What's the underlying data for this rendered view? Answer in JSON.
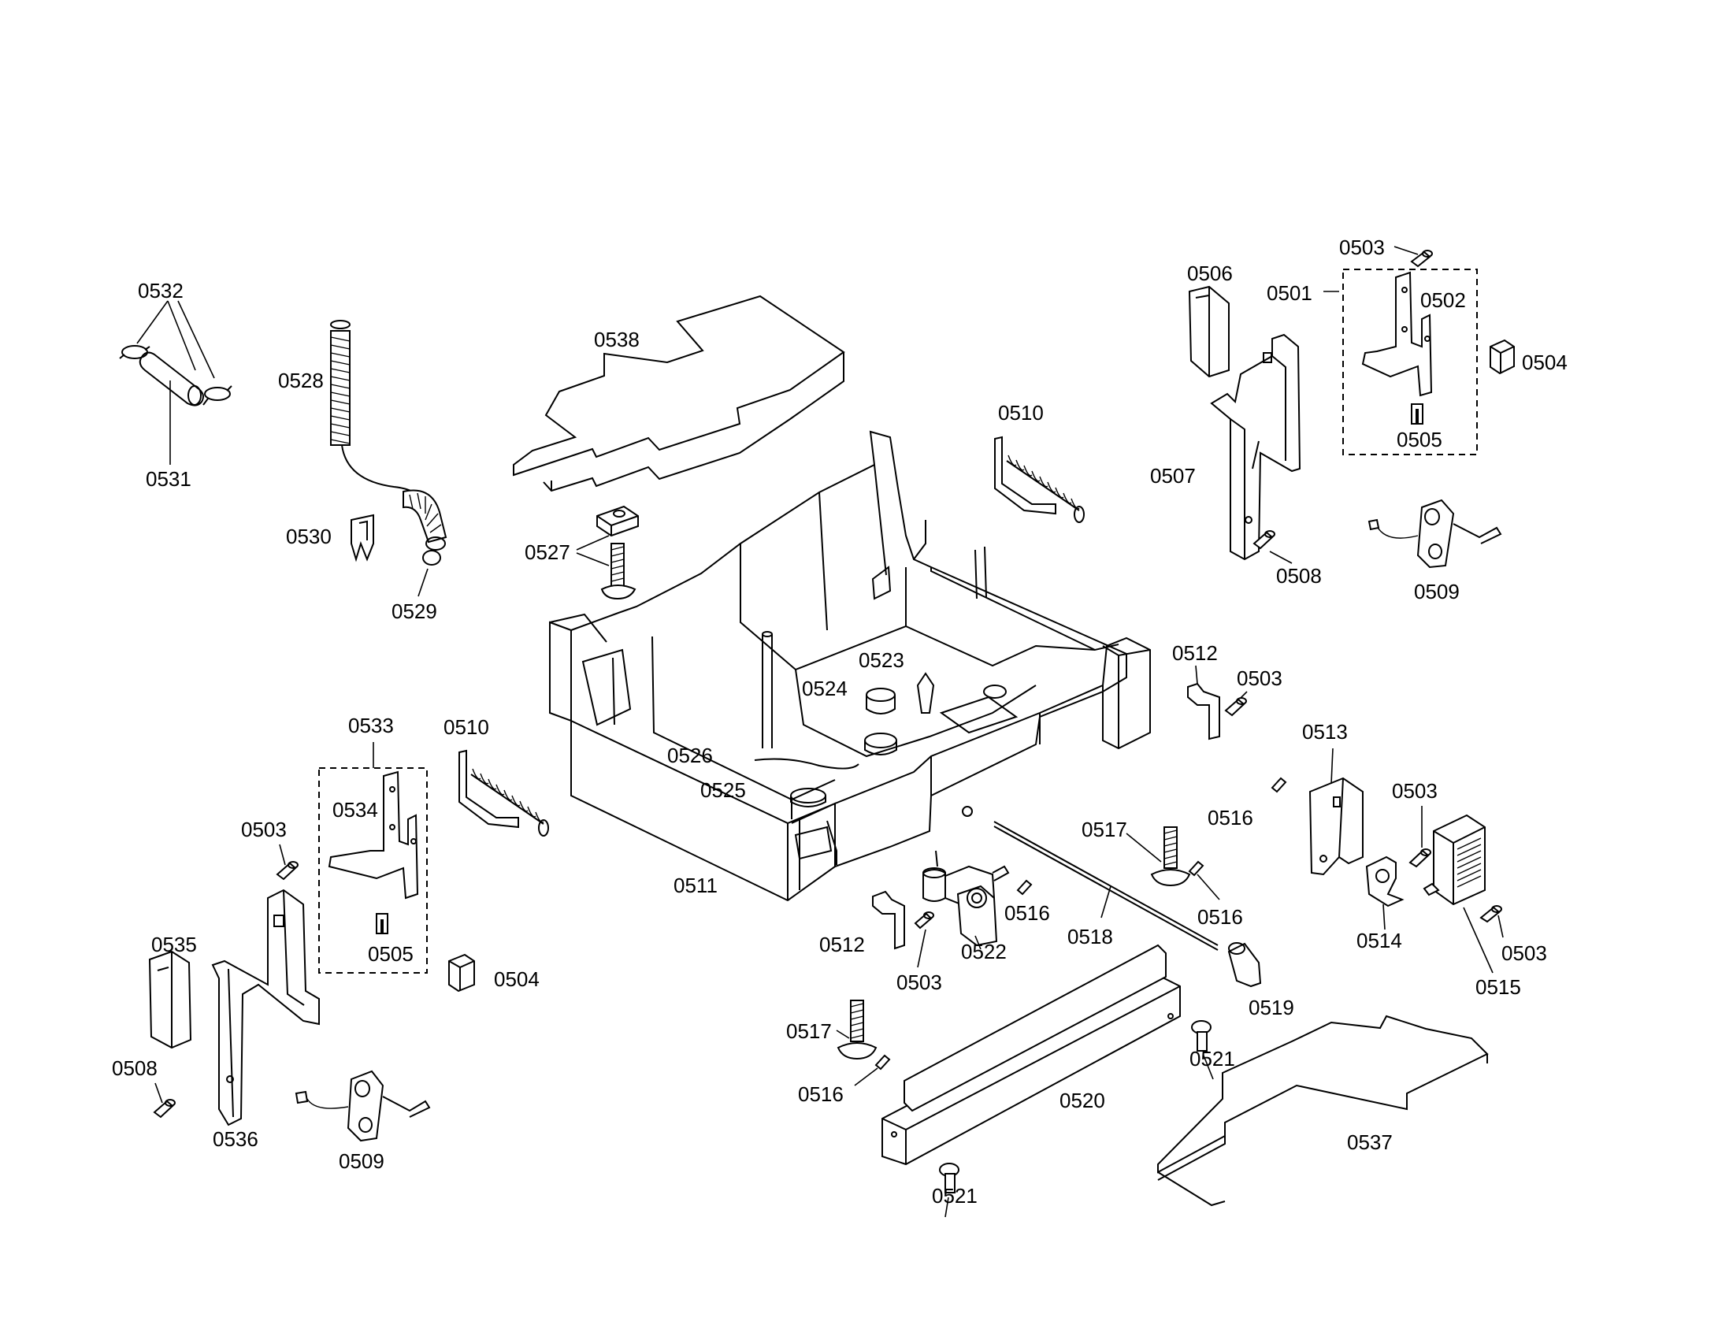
{
  "labels": {
    "l0532": "0532",
    "l0531": "0531",
    "l0528": "0528",
    "l0530": "0530",
    "l0529": "0529",
    "l0538": "0538",
    "l0527": "0527",
    "l0510a": "0510",
    "l0510b": "0510",
    "l0506": "0506",
    "l0501": "0501",
    "l0503a": "0503",
    "l0502": "0502",
    "l0504a": "0504",
    "l0505a": "0505",
    "l0507": "0507",
    "l0508a": "0508",
    "l0509a": "0509",
    "l0523": "0523",
    "l0524": "0524",
    "l0526": "0526",
    "l0525": "0525",
    "l0511": "0511",
    "l0512a": "0512",
    "l0503b": "0503",
    "l0513": "0513",
    "l0516a": "0516",
    "l0503c": "0503",
    "l0517a": "0517",
    "l0516b": "0516",
    "l0516c": "0516",
    "l0518": "0518",
    "l0514": "0514",
    "l0503d": "0503",
    "l0515": "0515",
    "l0512b": "0512",
    "l0503e": "0503",
    "l0522": "0522",
    "l0519": "0519",
    "l0521a": "0521",
    "l0517b": "0517",
    "l0516d": "0516",
    "l0520": "0520",
    "l0521b": "0521",
    "l0537": "0537",
    "l0533": "0533",
    "l0534": "0534",
    "l0503f": "0503",
    "l0505b": "0505",
    "l0504b": "0504",
    "l0535": "0535",
    "l0508b": "0508",
    "l0536": "0536",
    "l0509b": "0509"
  }
}
